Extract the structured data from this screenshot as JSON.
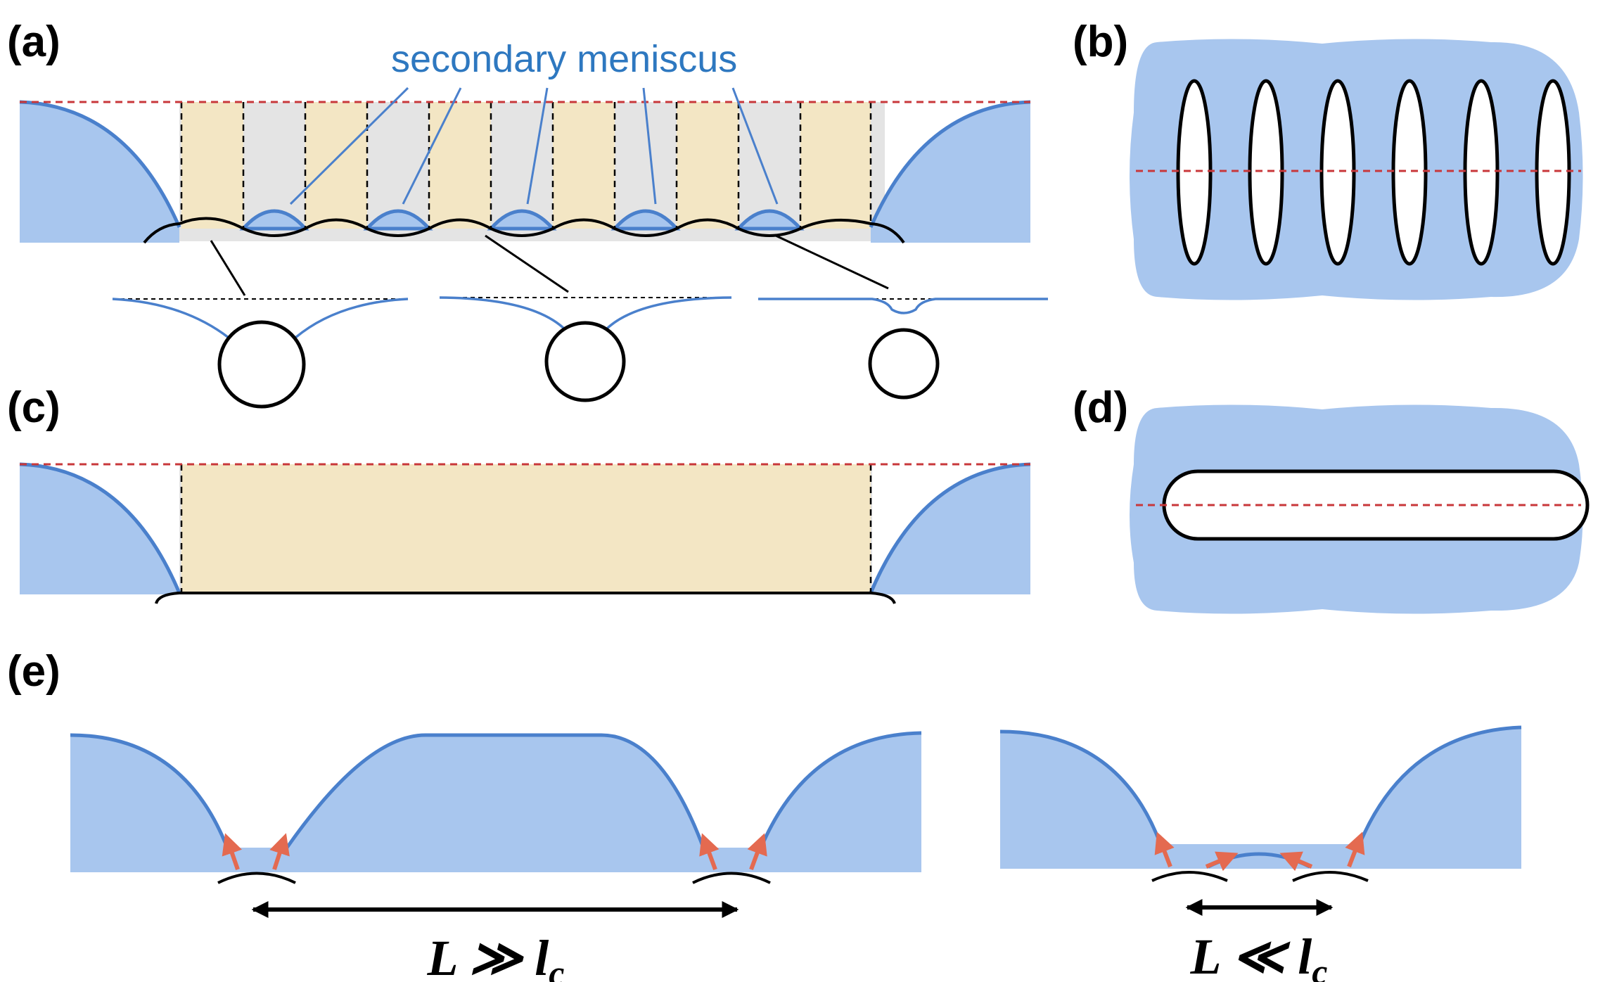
{
  "panels": {
    "a": {
      "label": "(a)",
      "annotation": "secondary meniscus"
    },
    "b": {
      "label": "(b)"
    },
    "c": {
      "label": "(c)"
    },
    "d": {
      "label": "(d)"
    },
    "e": {
      "label": "(e)",
      "left": {
        "L": "L",
        "relation": "≫",
        "l": "l",
        "sub": "c"
      },
      "right": {
        "L": "L",
        "relation": "≪",
        "l": "l",
        "sub": "c"
      }
    }
  },
  "colors": {
    "liquid_fill": "#a8c6ee",
    "meniscus_line": "#4a80cc",
    "gray_zone": "#e4e4e4",
    "tan_zone": "#f3e6c4",
    "red_dashed": "#c8373a",
    "arrow_red": "#e46a50",
    "annotation_blue": "#2e78c0"
  }
}
